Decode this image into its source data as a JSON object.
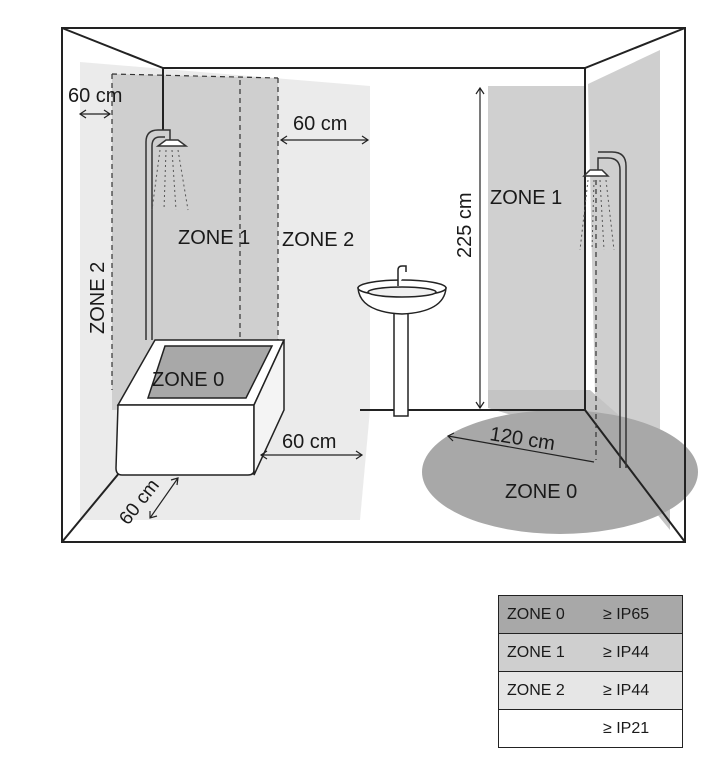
{
  "diagram": {
    "labels": {
      "left_top_dim": "60 cm",
      "shower_right_dim": "60 cm",
      "height_dim": "225 cm",
      "zone1_left": "ZONE 1",
      "zone2_left_mid": "ZONE 2",
      "zone2_left_vertical": "ZONE 2",
      "zone1_right": "ZONE 1",
      "zone0_bath": "ZONE 0",
      "bath_side_dim": "60 cm",
      "bath_front_dim": "60 cm",
      "radius_dim": "120 cm",
      "zone0_floor": "ZONE 0"
    }
  },
  "ip_table": {
    "rows": [
      {
        "zone": "ZONE 0",
        "rating": "≥ IP65",
        "fill": "#a8a8a8"
      },
      {
        "zone": "ZONE 1",
        "rating": "≥ IP44",
        "fill": "#cfcfcf"
      },
      {
        "zone": "ZONE 2",
        "rating": "≥ IP44",
        "fill": "#e6e6e6"
      },
      {
        "zone": "",
        "rating": "≥ IP21",
        "fill": "#ffffff"
      }
    ]
  }
}
